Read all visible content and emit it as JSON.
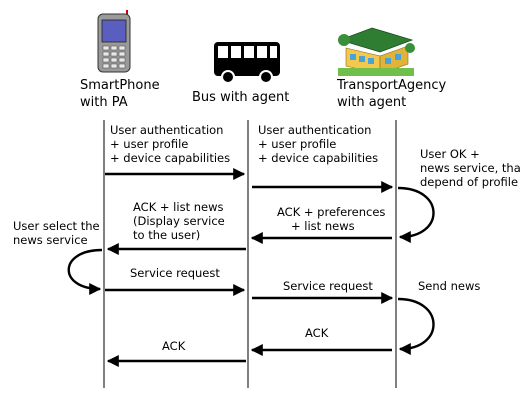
{
  "actors": {
    "phone": {
      "line1": "SmartPhone",
      "line2": "with PA",
      "icon": "smartphone-icon"
    },
    "bus": {
      "line1": "Bus with agent",
      "icon": "bus-icon"
    },
    "agency": {
      "line1": "TransportAgency",
      "line2": "with agent",
      "icon": "building-icon"
    }
  },
  "messages": {
    "auth_phone": [
      "User authentication",
      "+ user profile",
      "+ device capabilities"
    ],
    "auth_bus": [
      "User authentication",
      "+ user profile",
      "+ device capabilities"
    ],
    "agency_note": [
      "User OK +",
      "news service, that",
      " depend of profile"
    ],
    "ack_pref": [
      "ACK + preferences",
      "+ list news"
    ],
    "ack_list": [
      "ACK +  list news",
      "(Display service",
      "to the user)"
    ],
    "user_select": [
      "User select the",
      "news service"
    ],
    "service_req_1": "Service request",
    "service_req_2": "Service request",
    "send_news": "Send news",
    "ack_agency": "ACK",
    "ack_bus": "ACK"
  },
  "colors": {
    "line": "#000000",
    "phone_body": "#9a9a9a",
    "phone_screen": "#5a5fbf",
    "phone_antenna": "#cc0000",
    "bus": "#000000",
    "agency_roof": "#2e7d32",
    "agency_wall": "#f2c94c",
    "agency_window": "#4aa3d8"
  }
}
